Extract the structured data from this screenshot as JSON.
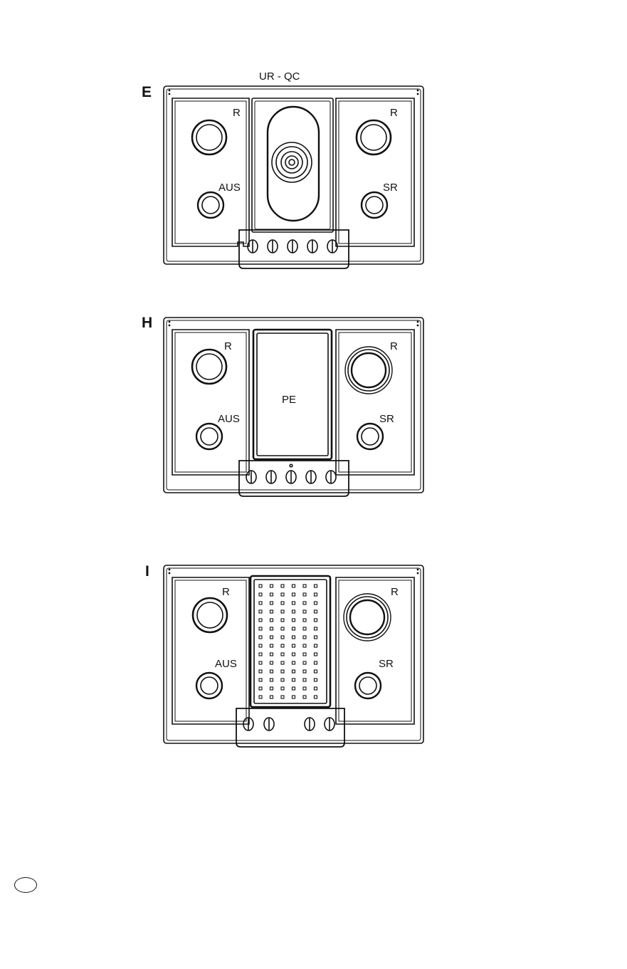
{
  "figures": {
    "e": {
      "letter": "E",
      "title": "UR - QC",
      "labels": {
        "r_left": "R",
        "aus": "AUS",
        "r_right": "R",
        "sr": "SR"
      }
    },
    "h": {
      "letter": "H",
      "labels": {
        "r_left": "R",
        "aus": "AUS",
        "pe": "PE",
        "r_right": "R",
        "sr": "SR"
      }
    },
    "i": {
      "letter": "I",
      "labels": {
        "r_left": "R",
        "aus": "AUS",
        "r_right": "R",
        "sr": "SR"
      }
    }
  },
  "knob_counts": {
    "e": 5,
    "h": 5,
    "i": 4
  },
  "colors": {
    "line": "#111111",
    "paper": "#ffffff"
  }
}
